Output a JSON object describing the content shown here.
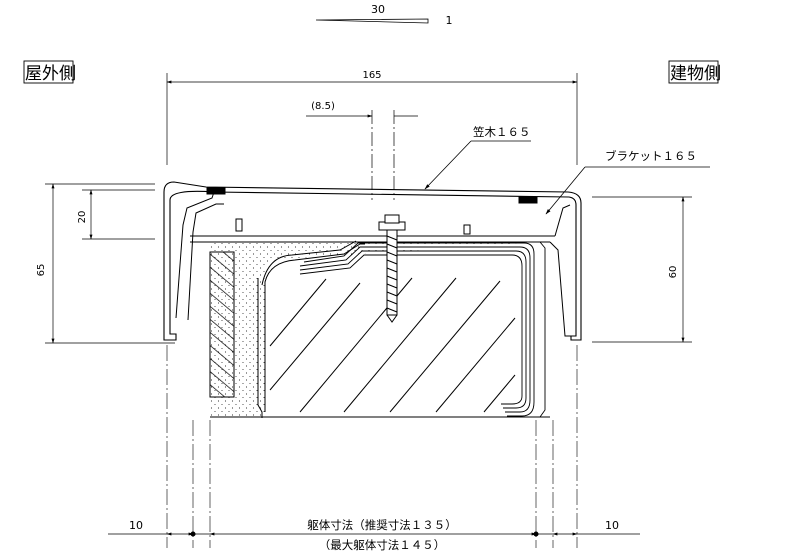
{
  "slope": {
    "run": "30",
    "rise": "1"
  },
  "sides": {
    "outdoor": "屋外側",
    "building": "建物側"
  },
  "dimensions": {
    "width_total": "165",
    "offset": "(8.5)",
    "height_total": "65",
    "height_top": "20",
    "height_bracket": "60",
    "margin_left": "10",
    "margin_right": "10",
    "body_size": "躯体寸法（推奨寸法１３５）",
    "max_body_size": "（最大躯体寸法１４５）"
  },
  "callouts": {
    "coping": "笠木１６５",
    "bracket": "ブラケット１６５"
  }
}
